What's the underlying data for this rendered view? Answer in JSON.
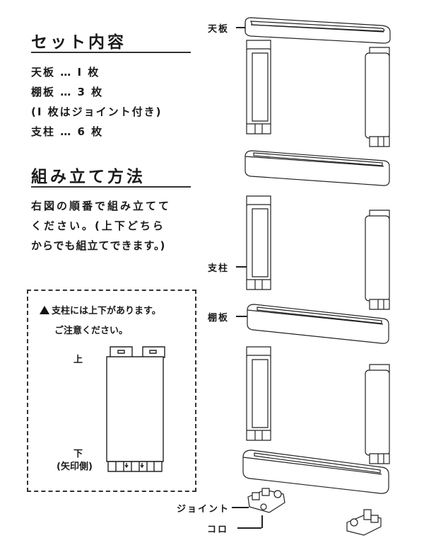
{
  "set_contents": {
    "heading": "セット内容",
    "items": [
      "天板 … I 枚",
      "棚板 … 3 枚",
      "(I 枚はジョイント付き)",
      "支柱 … 6 枚"
    ]
  },
  "assembly": {
    "heading": "組み立て方法",
    "lines": [
      "右図の順番で組み立てて",
      "ください。(上下どちら",
      "からでも組立てできます。)"
    ]
  },
  "notice": {
    "warning_icon": "warning-triangle-icon",
    "line1": "支柱には上下があります。",
    "line2": "ご注意ください。",
    "top_label": "上",
    "bottom_label": "下",
    "bottom_note": "(矢印側)"
  },
  "diagram_labels": {
    "top_board": "天板",
    "pillar": "支柱",
    "shelf_board": "棚板",
    "joint": "ジョイント",
    "caster": "コロ"
  }
}
